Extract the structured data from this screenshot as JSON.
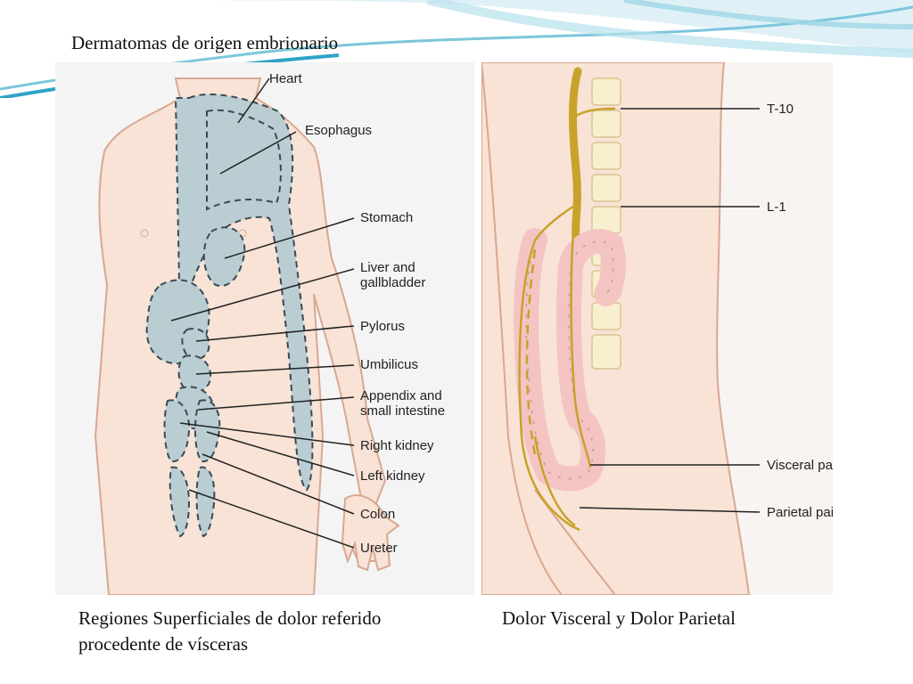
{
  "slide": {
    "title": "Dermatomas  de origen embrionario"
  },
  "left_diagram": {
    "labels": [
      "Heart",
      "Esophagus",
      "Stomach",
      "Liver and gallbladder",
      "Pylorus",
      "Umbilicus",
      "Appendix and small intestine",
      "Right kidney",
      "Left kidney",
      "Colon",
      "Ureter"
    ],
    "caption": "Regiones Superficiales de dolor referido procedente de vísceras"
  },
  "right_diagram": {
    "labels": [
      "T-10",
      "L-1",
      "Visceral pain",
      "Parietal pain"
    ],
    "caption": "Dolor Visceral y Dolor Parietal"
  },
  "colors": {
    "skin": "#f8e3d6",
    "skin_outline": "#d9a791",
    "referred_region": "#b9cdd3",
    "nerve": "#c8a22a",
    "colon": "#f3c4c2",
    "vertebra": "#f8efcf",
    "accent_wave": "#2fa3c7"
  }
}
